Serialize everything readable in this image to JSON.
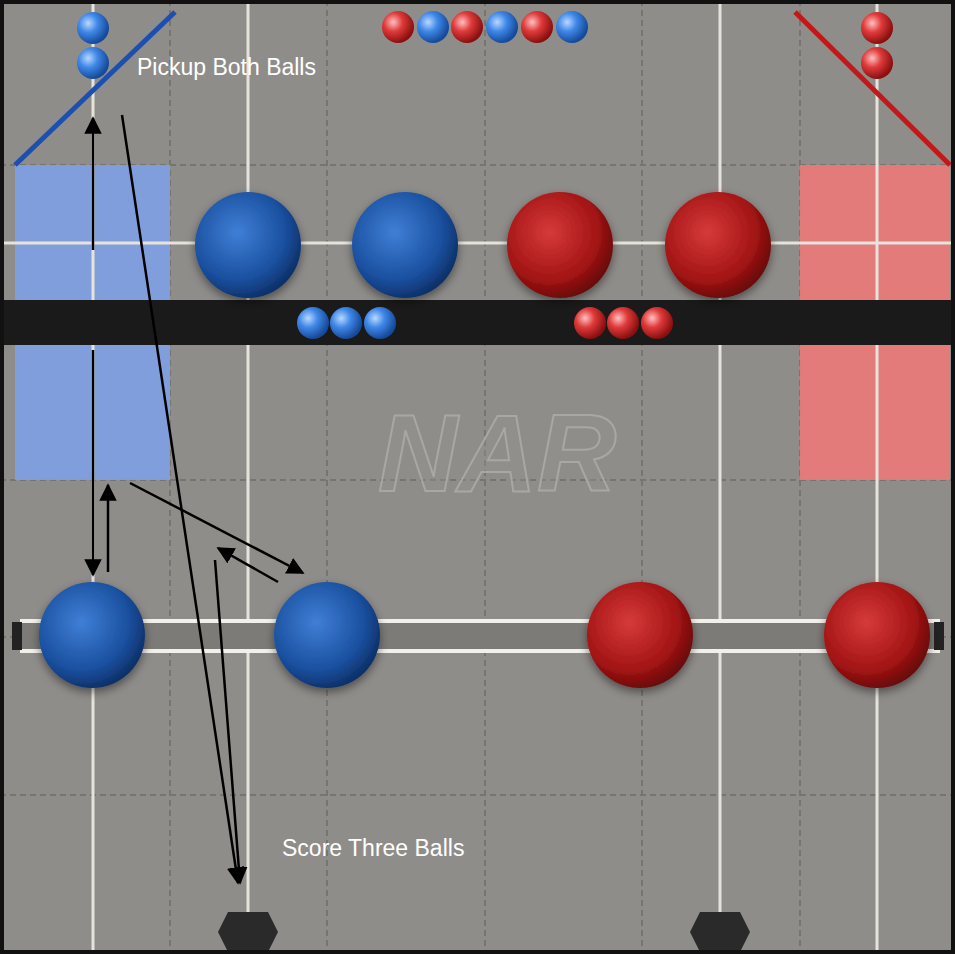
{
  "diagram": {
    "labels": [
      "Pickup Both Balls",
      "Score Three Balls",
      "NAR"
    ]
  }
}
